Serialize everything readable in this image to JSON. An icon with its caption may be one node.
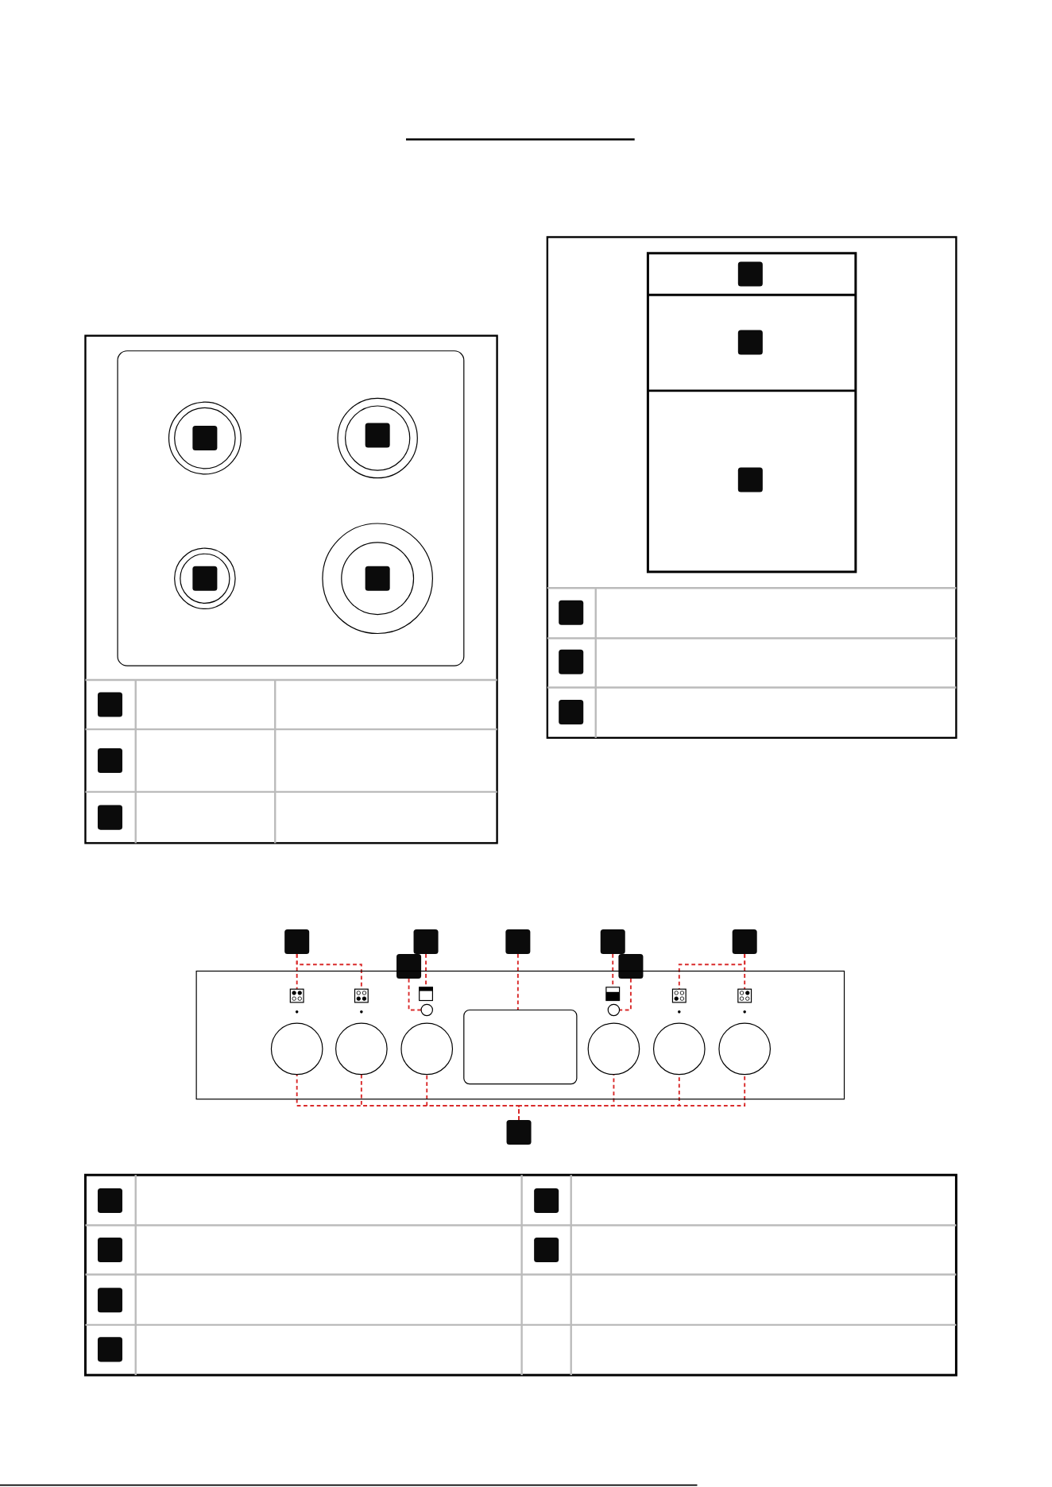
{
  "diagram": {
    "nodes": [
      {
        "text": [],
        "shape": "box"
      },
      {
        "text": [],
        "shape": "box"
      },
      {
        "text": [],
        "shape": "box"
      },
      {
        "text": [],
        "shape": "box"
      },
      {
        "text": [],
        "shape": "box"
      },
      {
        "text": [],
        "shape": "box"
      },
      {
        "text": [],
        "shape": "box"
      },
      {
        "text": [],
        "shape": "box"
      },
      {
        "text": [],
        "shape": "box",
        "in": 7
      },
      {
        "text": [],
        "shape": "box",
        "in": 7
      },
      {
        "text": [],
        "shape": "box",
        "in": 7
      },
      {
        "text": [],
        "shape": "box",
        "in": 7
      },
      {
        "text": [],
        "shape": "box",
        "in": 7
      },
      {
        "text": [],
        "shape": "box",
        "in": 7
      },
      {
        "text": [],
        "shape": "circle",
        "in": 7
      },
      {
        "text": [],
        "shape": "box",
        "in": 7
      },
      {
        "text": [],
        "shape": "circle",
        "in": 7
      },
      {
        "text": [],
        "shape": "circle",
        "in": 7
      },
      {
        "text": [],
        "shape": "circle",
        "in": 7
      },
      {
        "text": [],
        "shape": "circle",
        "in": 7
      },
      {
        "text": [],
        "shape": "circle",
        "in": 7
      },
      {
        "text": [],
        "shape": "circle",
        "in": 7
      },
      {
        "text": [],
        "shape": "circle",
        "in": 7
      },
      {
        "text": [],
        "shape": "box"
      },
      {
        "text": [],
        "shape": "box"
      },
      {
        "text": [],
        "shape": "box"
      },
      {
        "text": [],
        "shape": "box"
      },
      {
        "text": [],
        "shape": "box"
      },
      {
        "text": [],
        "shape": "box"
      },
      {
        "text": [],
        "shape": "box"
      },
      {
        "text": [],
        "shape": "box"
      },
      {
        "text": [],
        "shape": "box"
      },
      {
        "text": [],
        "shape": "box"
      },
      {
        "text": [],
        "shape": "box"
      },
      {
        "text": [],
        "shape": "box"
      },
      {
        "text": [],
        "shape": "box"
      },
      {
        "text": [],
        "shape": "box"
      },
      {
        "text": [],
        "shape": "box"
      },
      {
        "text": [],
        "shape": "box"
      },
      {
        "text": [],
        "shape": "box"
      },
      {
        "text": [],
        "shape": "box"
      },
      {
        "text": [],
        "shape": "box"
      },
      {
        "text": [],
        "shape": "box"
      }
    ],
    "edges": [
      {
        "from": 0,
        "to": 8,
        "arrow": "none",
        "style": "dashed",
        "color": "#d92b2b"
      },
      {
        "from": 0,
        "to": 9,
        "arrow": "none",
        "style": "dashed",
        "color": "#d92b2b"
      },
      {
        "from": 1,
        "to": 10,
        "arrow": "none",
        "style": "dashed",
        "color": "#d92b2b"
      },
      {
        "from": 2,
        "to": 15,
        "arrow": "none",
        "style": "dashed",
        "color": "#d92b2b"
      },
      {
        "from": 3,
        "to": 11,
        "arrow": "none",
        "style": "dashed",
        "color": "#d92b2b"
      },
      {
        "from": 4,
        "to": 12,
        "arrow": "none",
        "style": "dashed",
        "color": "#d92b2b"
      },
      {
        "from": 4,
        "to": 13,
        "arrow": "none",
        "style": "dashed",
        "color": "#d92b2b"
      },
      {
        "from": 5,
        "to": 14,
        "arrow": "none",
        "style": "dashed",
        "color": "#d92b2b"
      },
      {
        "from": 6,
        "to": 16,
        "arrow": "none",
        "style": "dashed",
        "color": "#d92b2b"
      },
      {
        "from": 23,
        "to": 17,
        "arrow": "none",
        "style": "dashed",
        "color": "#d92b2b"
      },
      {
        "from": 23,
        "to": 18,
        "arrow": "none",
        "style": "dashed",
        "color": "#d92b2b"
      },
      {
        "from": 23,
        "to": 19,
        "arrow": "none",
        "style": "dashed",
        "color": "#d92b2b"
      },
      {
        "from": 23,
        "to": 20,
        "arrow": "none",
        "style": "dashed",
        "color": "#d92b2b"
      },
      {
        "from": 23,
        "to": 21,
        "arrow": "none",
        "style": "dashed",
        "color": "#d92b2b"
      },
      {
        "from": 23,
        "to": 22,
        "arrow": "none",
        "style": "dashed",
        "color": "#d92b2b"
      }
    ]
  }
}
